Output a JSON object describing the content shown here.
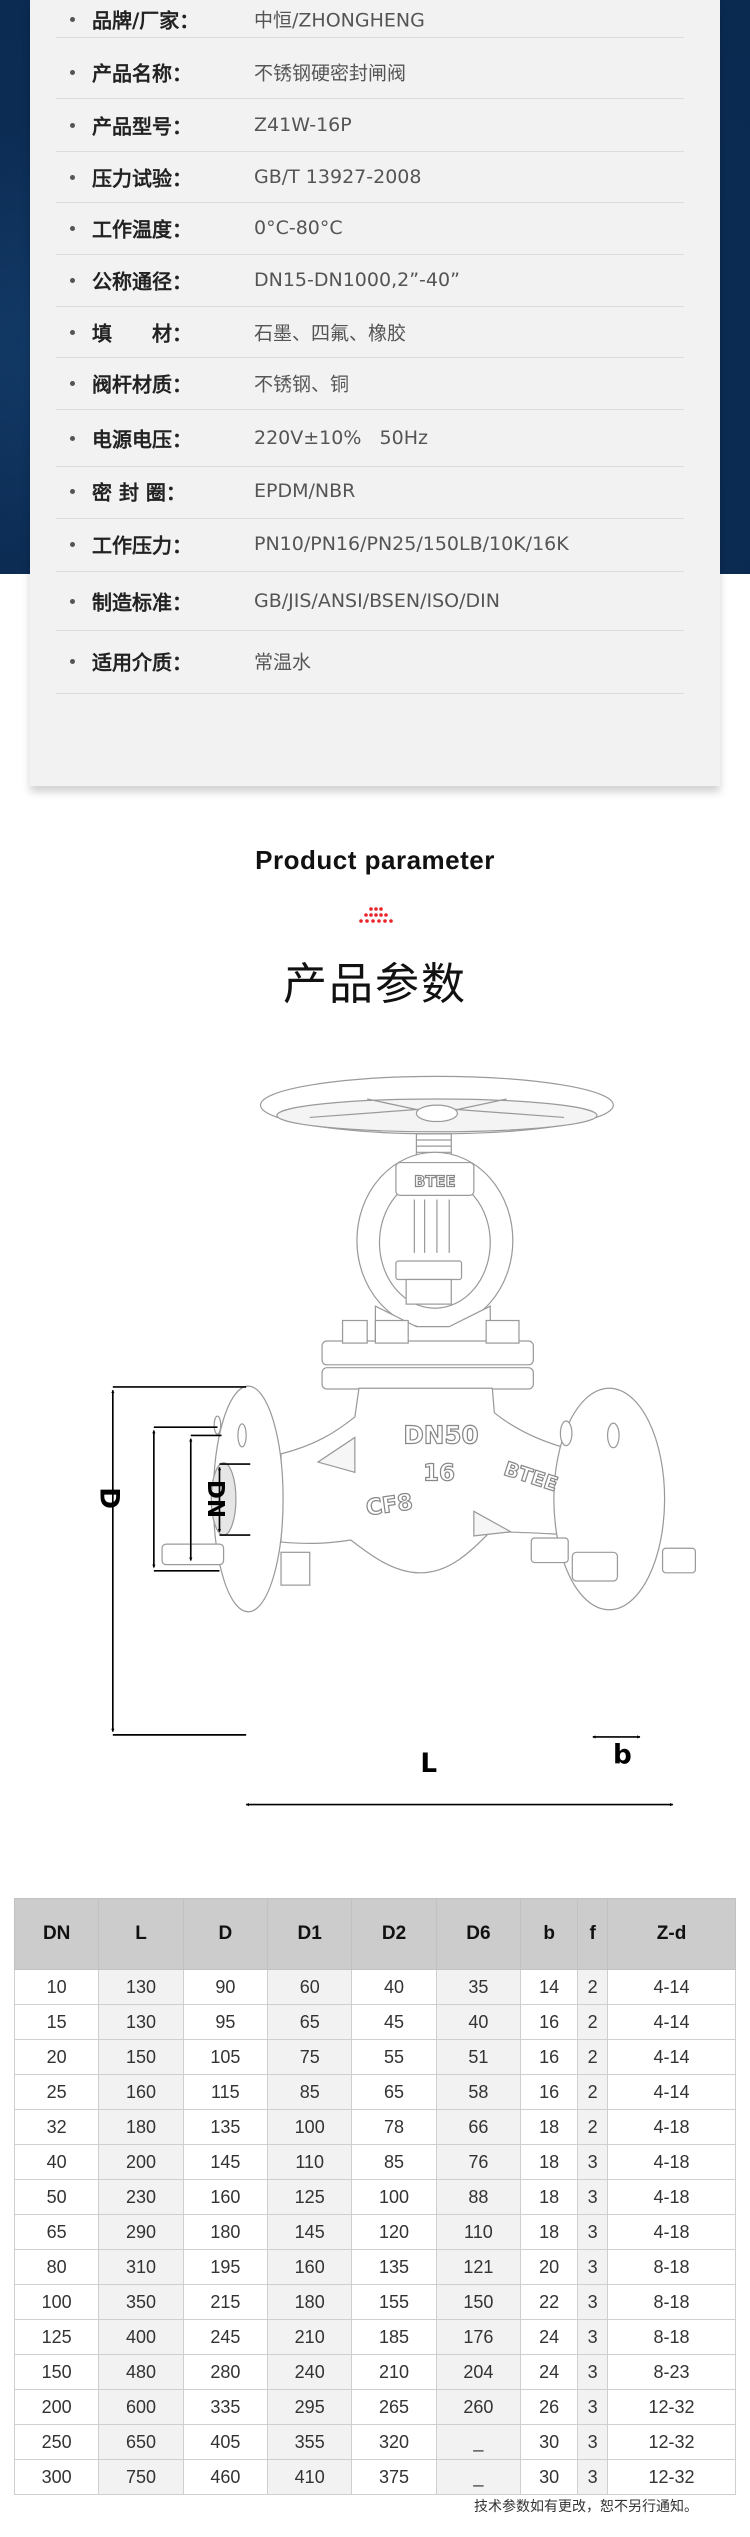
{
  "specs": [
    {
      "label": "品牌/厂家：",
      "value": "中恒/ZHONGHENG"
    },
    {
      "label": "产品名称：",
      "value": "不锈钢硬密封闸阀"
    },
    {
      "label": "产品型号：",
      "value": "Z41W-16P"
    },
    {
      "label": "压力试验：",
      "value": "GB/T 13927-2008"
    },
    {
      "label": "工作温度：",
      "value": "0°C-80°C"
    },
    {
      "label": "公称通径：",
      "value": "DN15-DN1000,2”-40”"
    },
    {
      "label": "填　　材：",
      "value": "石墨、四氟、橡胶"
    },
    {
      "label": "阀杆材质：",
      "value": "不锈钢、铜"
    },
    {
      "label": "电源电压：",
      "value": "220V±10%   50Hz"
    },
    {
      "label": "密 封 圈：",
      "value": "EPDM/NBR"
    },
    {
      "label": "工作压力：",
      "value": "PN10/PN16/PN25/150LB/10K/16K"
    },
    {
      "label": "制造标准：",
      "value": "GB/JIS/ANSI/BSEN/ISO/DIN"
    },
    {
      "label": "适用介质：",
      "value": "常温水"
    }
  ],
  "section": {
    "title_en": "Product parameter",
    "title_cn": "产品参数",
    "accent": "#e8232a"
  },
  "diagram": {
    "labels": {
      "D": "D",
      "DN": "DN",
      "L": "L",
      "b": "b"
    },
    "body_marks": {
      "size": "DN50",
      "pressure": "16",
      "material": "CF8",
      "brand": "BTEE"
    }
  },
  "table": {
    "headers": [
      "DN",
      "L",
      "D",
      "D1",
      "D2",
      "D6",
      "b",
      "f",
      "Z-d"
    ],
    "rows": [
      [
        "10",
        "130",
        "90",
        "60",
        "40",
        "35",
        "14",
        "2",
        "4-14"
      ],
      [
        "15",
        "130",
        "95",
        "65",
        "45",
        "40",
        "16",
        "2",
        "4-14"
      ],
      [
        "20",
        "150",
        "105",
        "75",
        "55",
        "51",
        "16",
        "2",
        "4-14"
      ],
      [
        "25",
        "160",
        "115",
        "85",
        "65",
        "58",
        "16",
        "2",
        "4-14"
      ],
      [
        "32",
        "180",
        "135",
        "100",
        "78",
        "66",
        "18",
        "2",
        "4-18"
      ],
      [
        "40",
        "200",
        "145",
        "110",
        "85",
        "76",
        "18",
        "3",
        "4-18"
      ],
      [
        "50",
        "230",
        "160",
        "125",
        "100",
        "88",
        "18",
        "3",
        "4-18"
      ],
      [
        "65",
        "290",
        "180",
        "145",
        "120",
        "110",
        "18",
        "3",
        "4-18"
      ],
      [
        "80",
        "310",
        "195",
        "160",
        "135",
        "121",
        "20",
        "3",
        "8-18"
      ],
      [
        "100",
        "350",
        "215",
        "180",
        "155",
        "150",
        "22",
        "3",
        "8-18"
      ],
      [
        "125",
        "400",
        "245",
        "210",
        "185",
        "176",
        "24",
        "3",
        "8-18"
      ],
      [
        "150",
        "480",
        "280",
        "240",
        "210",
        "204",
        "24",
        "3",
        "8-23"
      ],
      [
        "200",
        "600",
        "335",
        "295",
        "265",
        "260",
        "26",
        "3",
        "12-32"
      ],
      [
        "250",
        "650",
        "405",
        "355",
        "320",
        "_",
        "30",
        "3",
        "12-32"
      ],
      [
        "300",
        "750",
        "460",
        "410",
        "375",
        "_",
        "30",
        "3",
        "12-32"
      ]
    ]
  },
  "note": "技术参数如有更改，恕不另行通知。"
}
